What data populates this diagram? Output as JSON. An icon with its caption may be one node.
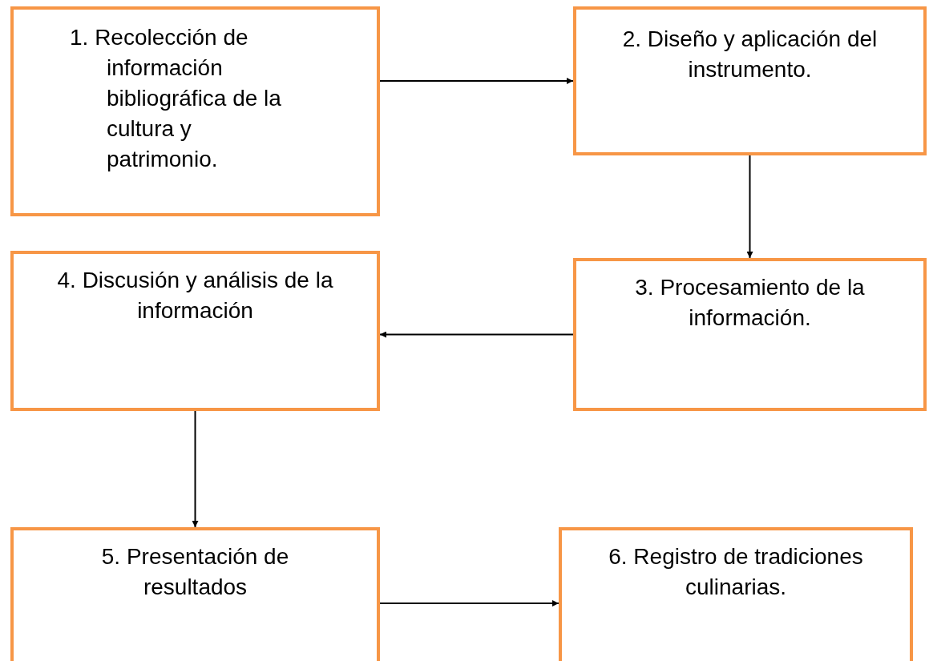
{
  "diagram": {
    "nodes": [
      {
        "text": [
          "1. Recolección de información bibliográfica de la cultura y patrimonio."
        ]
      },
      {
        "text": [
          "2. Diseño y aplicación del instrumento."
        ]
      },
      {
        "text": [
          "3. Procesamiento de la información."
        ]
      },
      {
        "text": [
          "4. Discusión y análisis de la información"
        ]
      },
      {
        "text": [
          "5. Presentación de resultados"
        ]
      },
      {
        "text": [
          "6. Registro de tradiciones culinarias."
        ]
      }
    ],
    "edges": [
      {
        "from": 0,
        "to": 1,
        "arrow": "to"
      },
      {
        "from": 1,
        "to": 2,
        "arrow": "to"
      },
      {
        "from": 2,
        "to": 3,
        "arrow": "to"
      },
      {
        "from": 3,
        "to": 4,
        "arrow": "to"
      },
      {
        "from": 4,
        "to": 5,
        "arrow": "to"
      }
    ]
  }
}
